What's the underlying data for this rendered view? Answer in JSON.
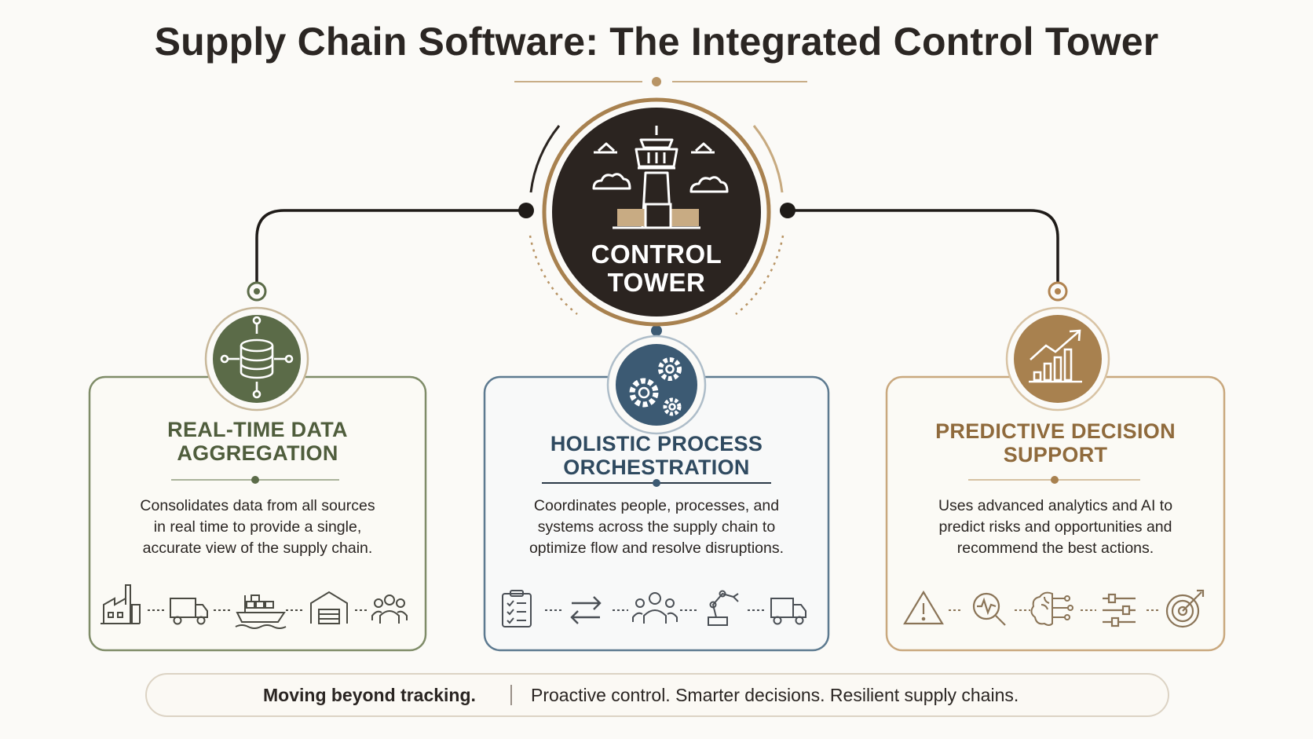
{
  "title": "Supply Chain Software: The Integrated Control Tower",
  "hub": {
    "label_line1": "CONTROL",
    "label_line2": "TOWER"
  },
  "colors": {
    "dark": "#2b2420",
    "gold": "#a8814f",
    "green": "#5b6b48",
    "blue": "#3c5a73",
    "tan": "#b08350",
    "line": "#1f1b18"
  },
  "cards": [
    {
      "id": "data",
      "title_line1": "REAL-TIME DATA",
      "title_line2": "AGGREGATION",
      "desc": [
        "Consolidates data from all sources",
        "in real time to provide a single,",
        "accurate view of the supply chain."
      ],
      "icon": "database-icon",
      "flow_icons": [
        "factory-icon",
        "truck-icon",
        "ship-icon",
        "warehouse-icon",
        "people-icon"
      ]
    },
    {
      "id": "process",
      "title_line1": "HOLISTIC PROCESS",
      "title_line2": "ORCHESTRATION",
      "desc": [
        "Coordinates people, processes, and",
        "systems across the supply chain to",
        "optimize flow and resolve disruptions."
      ],
      "icon": "gears-icon",
      "flow_icons": [
        "checklist-icon",
        "exchange-arrows-icon",
        "team-icon",
        "robot-arm-icon",
        "truck-icon"
      ]
    },
    {
      "id": "predict",
      "title_line1": "PREDICTIVE DECISION",
      "title_line2": "SUPPORT",
      "desc": [
        "Uses advanced analytics and AI to",
        "predict risks and opportunities and",
        "recommend the best actions."
      ],
      "icon": "chart-up-icon",
      "flow_icons": [
        "warning-icon",
        "magnifier-pulse-icon",
        "brain-circuit-icon",
        "sliders-icon",
        "target-icon"
      ]
    }
  ],
  "footer": {
    "bold": "Moving beyond tracking.",
    "text": "Proactive control. Smarter decisions. Resilient supply chains.",
    "left_icon": "shield-check-icon",
    "right_icon": "growth-chart-icon"
  }
}
